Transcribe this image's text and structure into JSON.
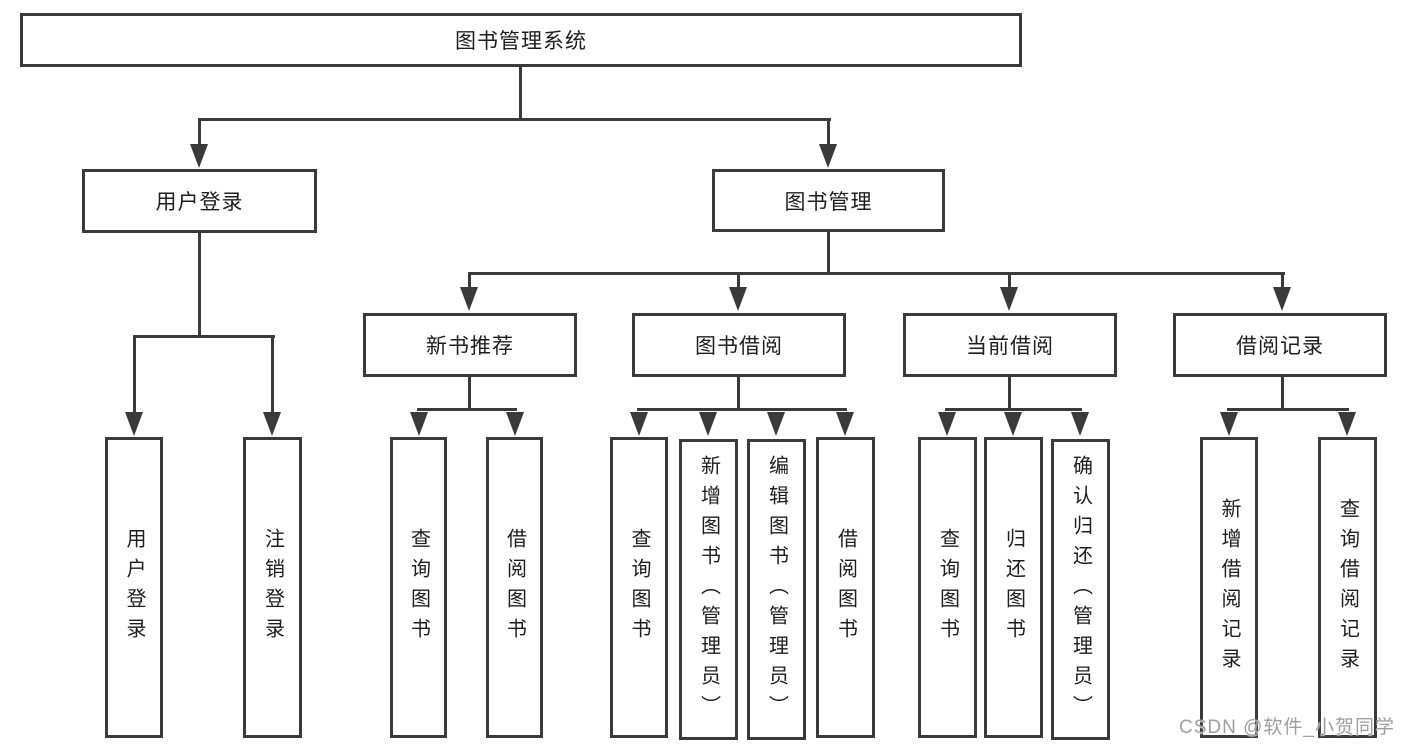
{
  "diagram": {
    "type": "hierarchy-tree",
    "levels": 4,
    "nodes": {
      "root": "图书管理系统",
      "user_login": "用户登录",
      "book_management": "图书管理",
      "new_book_recommend": "新书推荐",
      "book_borrow": "图书借阅",
      "current_borrow": "当前借阅",
      "borrow_records": "借阅记录",
      "leaf_user_login": "用户登录",
      "leaf_logout": "注销登录",
      "nb_query": "查询图书",
      "nb_borrow": "借阅图书",
      "bb_query": "查询图书",
      "bb_add": "新增图书（管理员）",
      "bb_edit": "编辑图书（管理员）",
      "bb_borrow": "借阅图书",
      "cb_query": "查询图书",
      "cb_return": "归还图书",
      "cb_confirm": "确认归还（管理员）",
      "br_add": "新增借阅记录",
      "br_query": "查询借阅记录"
    },
    "edges": [
      [
        "root",
        "user_login"
      ],
      [
        "root",
        "book_management"
      ],
      [
        "user_login",
        "leaf_user_login"
      ],
      [
        "user_login",
        "leaf_logout"
      ],
      [
        "book_management",
        "new_book_recommend"
      ],
      [
        "book_management",
        "book_borrow"
      ],
      [
        "book_management",
        "current_borrow"
      ],
      [
        "book_management",
        "borrow_records"
      ],
      [
        "new_book_recommend",
        "nb_query"
      ],
      [
        "new_book_recommend",
        "nb_borrow"
      ],
      [
        "book_borrow",
        "bb_query"
      ],
      [
        "book_borrow",
        "bb_add"
      ],
      [
        "book_borrow",
        "bb_edit"
      ],
      [
        "book_borrow",
        "bb_borrow"
      ],
      [
        "current_borrow",
        "cb_query"
      ],
      [
        "current_borrow",
        "cb_return"
      ],
      [
        "current_borrow",
        "cb_confirm"
      ],
      [
        "borrow_records",
        "br_add"
      ],
      [
        "borrow_records",
        "br_query"
      ]
    ]
  },
  "watermark": "CSDN @软件_小贺同学",
  "colors": {
    "background": "#ffffff",
    "line": "#3a3a3a",
    "text": "#1d1d1d",
    "watermark": "#9e9e9e"
  }
}
